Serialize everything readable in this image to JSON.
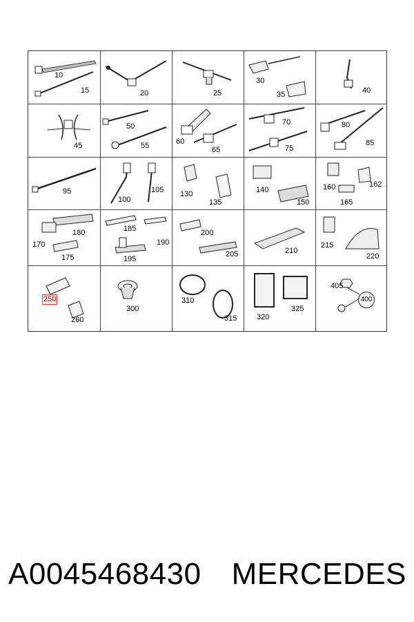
{
  "diagram": {
    "cells": [
      {
        "id": "r1c1",
        "labels": [
          "10",
          "15"
        ]
      },
      {
        "id": "r1c2",
        "labels": [
          "20"
        ]
      },
      {
        "id": "r1c3",
        "labels": [
          "25"
        ]
      },
      {
        "id": "r1c4",
        "labels": [
          "30",
          "35"
        ]
      },
      {
        "id": "r1c5",
        "labels": [
          "40"
        ]
      },
      {
        "id": "r2c1",
        "labels": [
          "45"
        ]
      },
      {
        "id": "r2c2",
        "labels": [
          "50",
          "55"
        ]
      },
      {
        "id": "r2c3",
        "labels": [
          "60",
          "65"
        ]
      },
      {
        "id": "r2c4",
        "labels": [
          "70",
          "75"
        ]
      },
      {
        "id": "r2c5",
        "labels": [
          "80",
          "85"
        ]
      },
      {
        "id": "r3c1",
        "labels": [
          "95"
        ]
      },
      {
        "id": "r3c2",
        "labels": [
          "100",
          "105"
        ]
      },
      {
        "id": "r3c3",
        "labels": [
          "130",
          "135"
        ]
      },
      {
        "id": "r3c4",
        "labels": [
          "140",
          "150"
        ]
      },
      {
        "id": "r3c5",
        "labels": [
          "160",
          "162",
          "165"
        ]
      },
      {
        "id": "r4c1",
        "labels": [
          "170",
          "180",
          "175"
        ]
      },
      {
        "id": "r4c2",
        "labels": [
          "185",
          "190",
          "195"
        ]
      },
      {
        "id": "r4c3",
        "labels": [
          "200",
          "205"
        ]
      },
      {
        "id": "r4c4",
        "labels": [
          "210"
        ]
      },
      {
        "id": "r4c5",
        "labels": [
          "215",
          "220"
        ]
      },
      {
        "id": "r5c1",
        "labels": [
          "250",
          "260"
        ]
      },
      {
        "id": "r5c2",
        "labels": [
          "300"
        ]
      },
      {
        "id": "r5c3",
        "labels": [
          "310",
          "315"
        ]
      },
      {
        "id": "r5c4",
        "labels": [
          "320",
          "325"
        ]
      },
      {
        "id": "r5c5",
        "labels": [
          "405",
          "400"
        ]
      }
    ],
    "highlighted_label": "250"
  },
  "footer": {
    "part_number": "A0045468430",
    "brand": "MERCEDES"
  }
}
